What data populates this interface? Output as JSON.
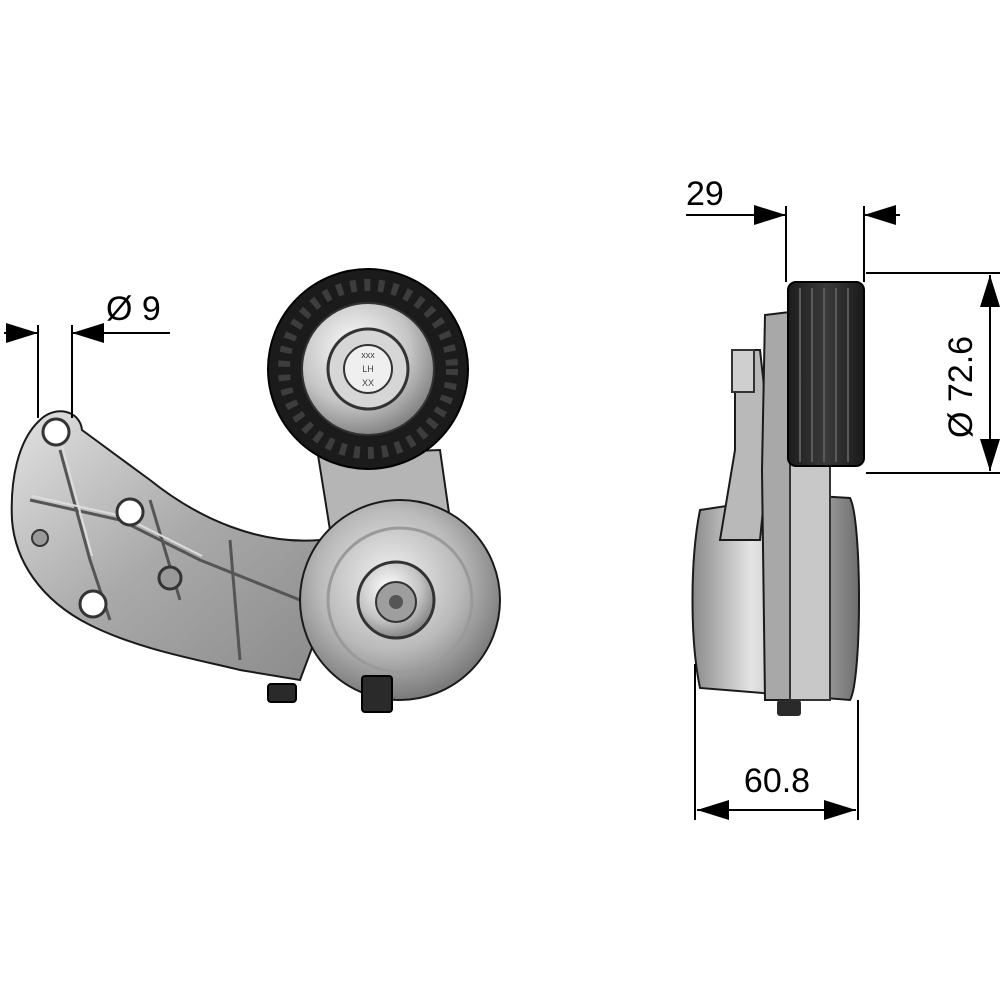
{
  "dimensions": {
    "bolt_hole_diameter": "Ø 9",
    "pulley_width": "29",
    "pulley_diameter": "Ø 72.6",
    "overall_depth": "60.8"
  },
  "pulley_marking": {
    "line1": "xxx",
    "line2": "LH",
    "line3": "XX"
  }
}
